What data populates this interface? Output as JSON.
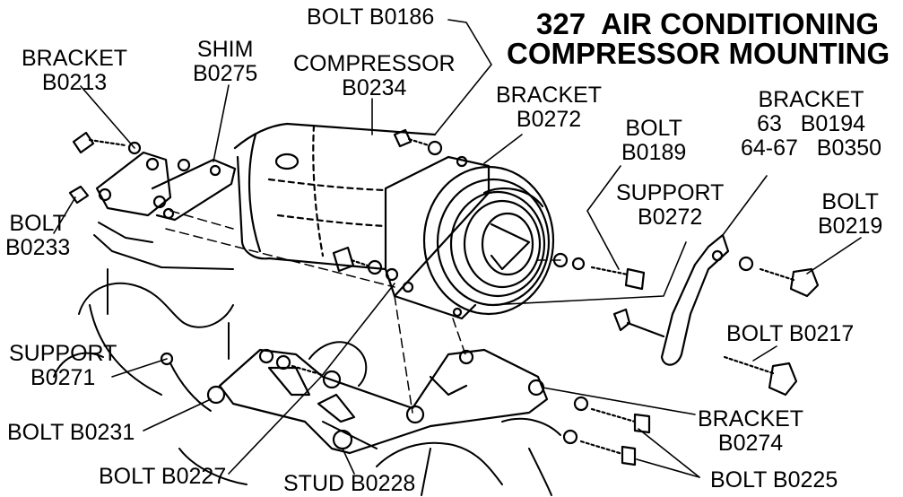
{
  "title": {
    "line1": "327  AIR CONDITIONING",
    "line2": "COMPRESSOR MOUNTING"
  },
  "labels": {
    "bolt_b0186": "BOLT B0186",
    "bracket_b0213": [
      "BRACKET",
      "B0213"
    ],
    "shim_b0275": [
      "SHIM",
      "B0275"
    ],
    "compressor_b0234": [
      "COMPRESSOR",
      "B0234"
    ],
    "bracket_b0272": [
      "BRACKET",
      "B0272"
    ],
    "bolt_b0189": [
      "BOLT",
      "B0189"
    ],
    "bracket_b0194_b0350": [
      "BRACKET",
      "63   B0194",
      "64-67   B0350"
    ],
    "support_b0272": [
      "SUPPORT",
      "B0272"
    ],
    "bolt_b0219": [
      "BOLT",
      "B0219"
    ],
    "bolt_b0233": [
      "BOLT",
      "B0233"
    ],
    "bolt_b0217": "BOLT B0217",
    "support_b0271": [
      "SUPPORT",
      "B0271"
    ],
    "bolt_b0231": "BOLT B0231",
    "bracket_b0274": [
      "BRACKET",
      "B0274"
    ],
    "bolt_b0227": "BOLT B0227",
    "stud_b0228": "STUD B0228",
    "bolt_b0225": "BOLT B0225"
  },
  "colors": {
    "ink": "#000000",
    "paper": "#ffffff"
  }
}
